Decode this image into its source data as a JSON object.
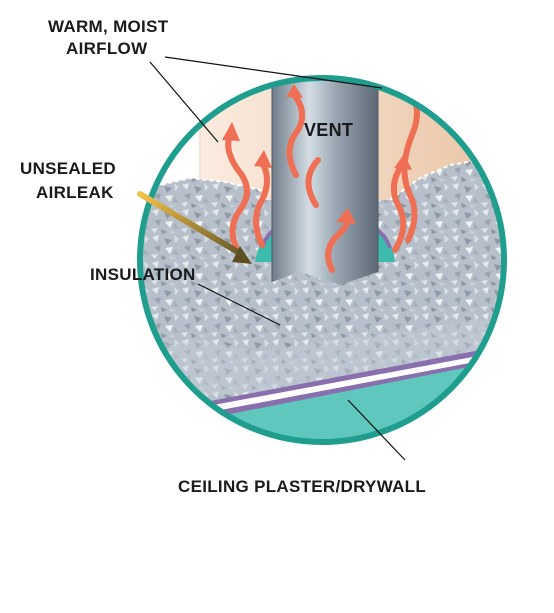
{
  "labels": {
    "airflow_line1": "WARM, MOIST",
    "airflow_line2": "AIRFLOW",
    "vent": "VENT",
    "airleak_line1": "UNSEALED",
    "airleak_line2": "AIRLEAK",
    "insulation": "INSULATION",
    "ceiling": "CEILING PLASTER/DRYWALL"
  },
  "colors": {
    "circle_border": "#1f9e8f",
    "attic_background": "#f3dcc8",
    "insulation": "#b9c2cc",
    "vent_pipe": "#8e9ba6",
    "ceiling_drywall": "#5fc7bb",
    "ceiling_stripe": "#8a6fae",
    "airflow_arrows": "#ef6f55",
    "airleak_arrow": "#e8b23a",
    "vent_seal": "#3dbcae"
  }
}
